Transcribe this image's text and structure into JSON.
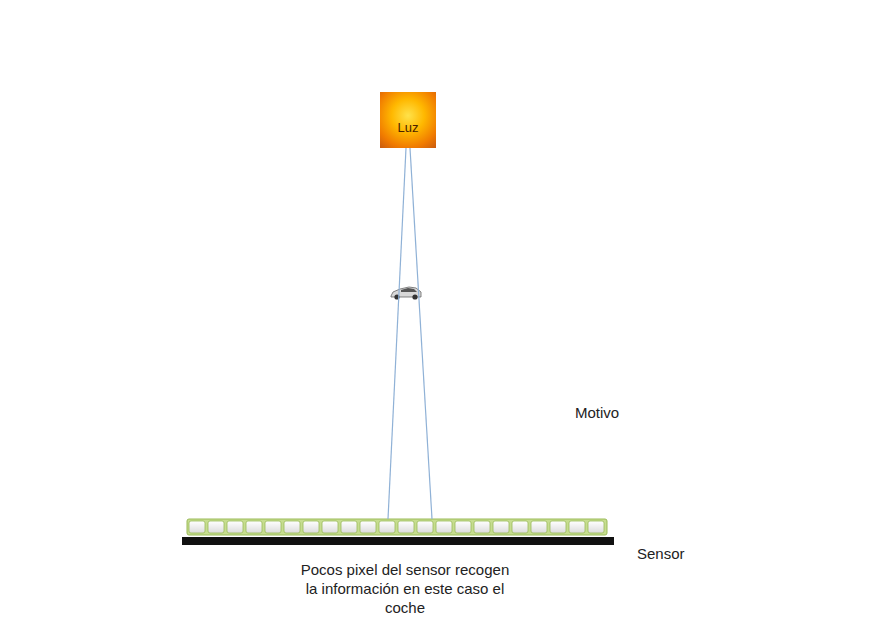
{
  "diagram": {
    "nodes": [
      {
        "text": [
          "Luz"
        ]
      },
      {
        "text": [
          "Sensor"
        ]
      }
    ],
    "edges": [
      {
        "from": 0,
        "to": 1,
        "arrow": "none"
      },
      {
        "from": 0,
        "to": 1,
        "arrow": "none"
      }
    ],
    "labels": [
      "Motivo",
      "Pocos pixel del sensor recogen la información en este caso el coche"
    ]
  }
}
